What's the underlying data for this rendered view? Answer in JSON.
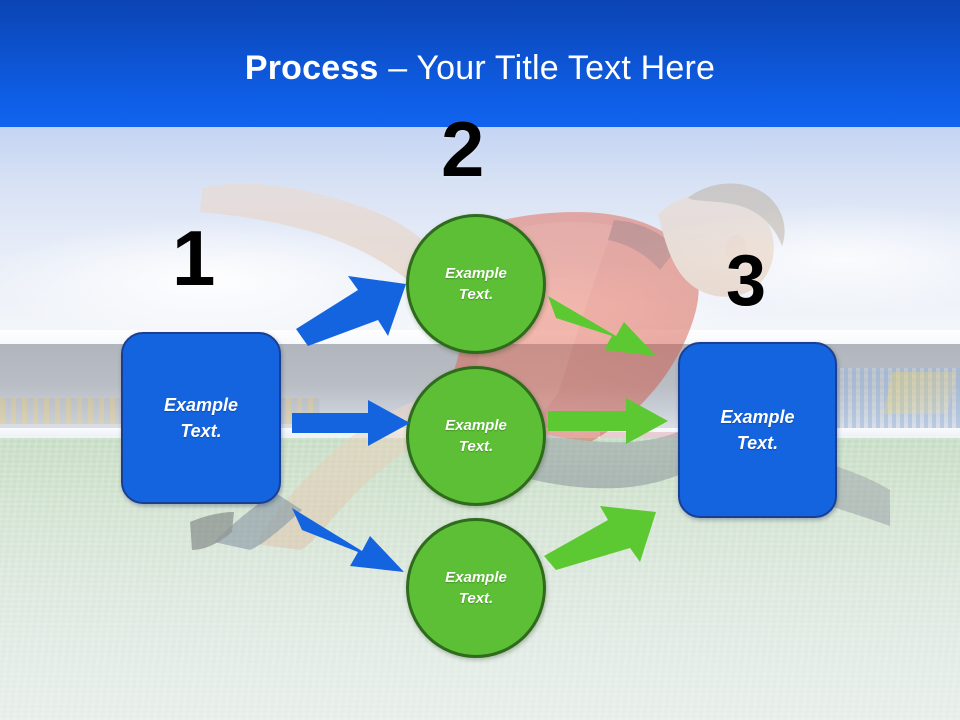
{
  "slide": {
    "title": {
      "strong": "Process",
      "dash": " – ",
      "rest": "Your Title Text Here"
    },
    "background": {
      "scene": "soccer-stadium-photo",
      "overlay_figure": "soccer-player-diving",
      "header_color": "#0d52cf",
      "sky_color": "#a9c0ee",
      "grass_color": "#b3d3a2"
    }
  },
  "steps": [
    {
      "number": "1",
      "shape": "rounded-rectangle",
      "color": "#1464e0",
      "border_color": "#1a3f91",
      "label_line1": "Example",
      "label_line2": "Text."
    },
    {
      "number": "2",
      "shape": "circle",
      "color": "#5cbf35",
      "border_color": "#2f6b1c",
      "items": [
        {
          "label_line1": "Example",
          "label_line2": "Text."
        },
        {
          "label_line1": "Example",
          "label_line2": "Text."
        },
        {
          "label_line1": "Example",
          "label_line2": "Text."
        }
      ]
    },
    {
      "number": "3",
      "shape": "rounded-rectangle",
      "color": "#1464e0",
      "border_color": "#1a3f91",
      "label_line1": "Example",
      "label_line2": "Text."
    }
  ],
  "connectors": {
    "blue_color": "#1464e0",
    "green_color": "#5cc832",
    "items": [
      {
        "name": "arrow-step1-to-circle1",
        "color": "#1464e0",
        "direction": "up-right"
      },
      {
        "name": "arrow-step1-to-circle2",
        "color": "#1464e0",
        "direction": "right"
      },
      {
        "name": "arrow-step1-to-circle3",
        "color": "#1464e0",
        "direction": "down-right"
      },
      {
        "name": "arrow-circle1-to-step3",
        "color": "#5cc832",
        "direction": "down-right"
      },
      {
        "name": "arrow-circle2-to-step3",
        "color": "#5cc832",
        "direction": "right"
      },
      {
        "name": "arrow-circle3-to-step3",
        "color": "#5cc832",
        "direction": "up-right"
      }
    ]
  }
}
